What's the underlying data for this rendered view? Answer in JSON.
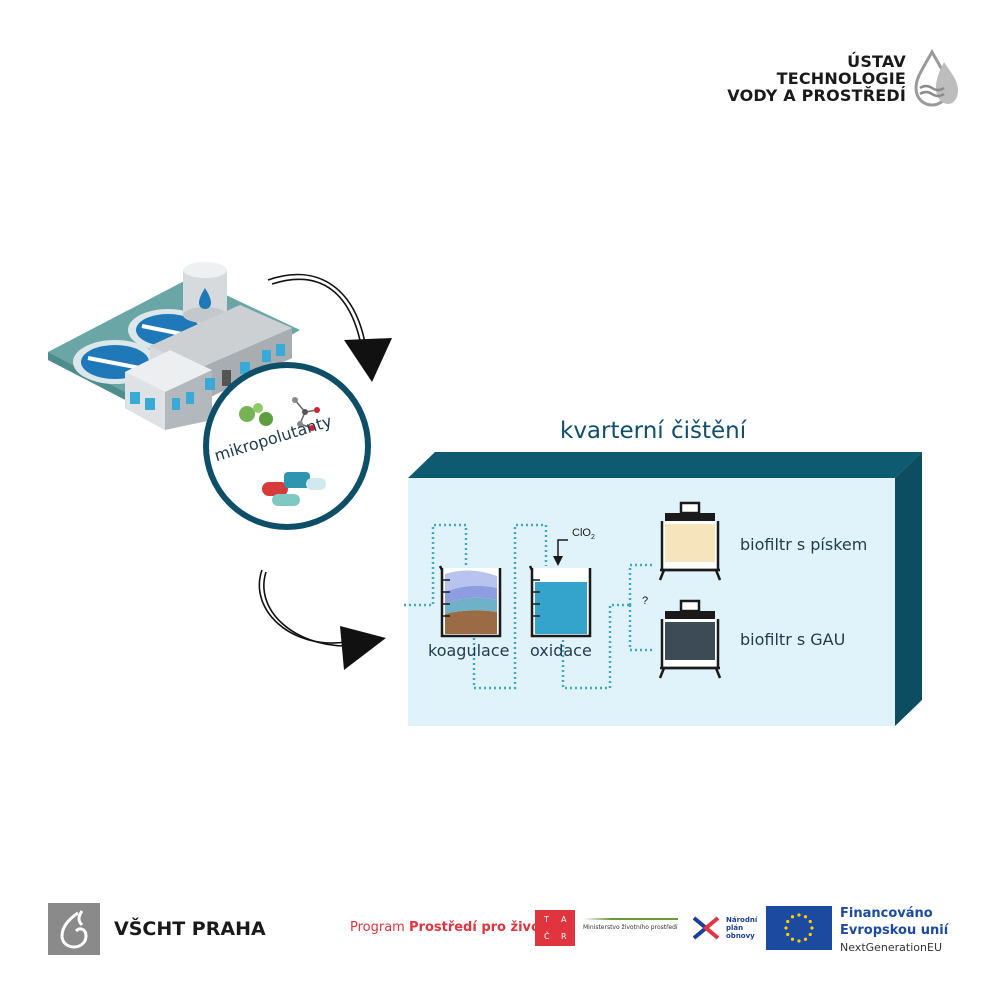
{
  "header": {
    "lines": [
      "ÚSTAV",
      "TECHNOLOGIE",
      "VODY A PROSTŘEDÍ"
    ]
  },
  "diagram": {
    "title": "kvarterní čištění",
    "bubble_label": "mikropolutanty",
    "steps": {
      "coagulation": "koagulace",
      "oxidation": "oxidace",
      "reagent": "ClO",
      "reagent_sub": "2",
      "question": "?",
      "biofilter_sand": "biofiltr s pískem",
      "biofilter_gac": "biofiltr s GAU"
    }
  },
  "footer": {
    "vscht": "VŠCHT PRAHA",
    "program_prefix": "Program",
    "program_name": "Prostředí pro život",
    "tacr_letters": [
      "T",
      "A",
      "Č",
      "R"
    ],
    "ministry": "Ministerstvo životního prostředí",
    "npo": [
      "Národní",
      "plán",
      "obnovy"
    ],
    "eu": [
      "Financováno",
      "Evropskou unií",
      "NextGenerationEU"
    ]
  }
}
